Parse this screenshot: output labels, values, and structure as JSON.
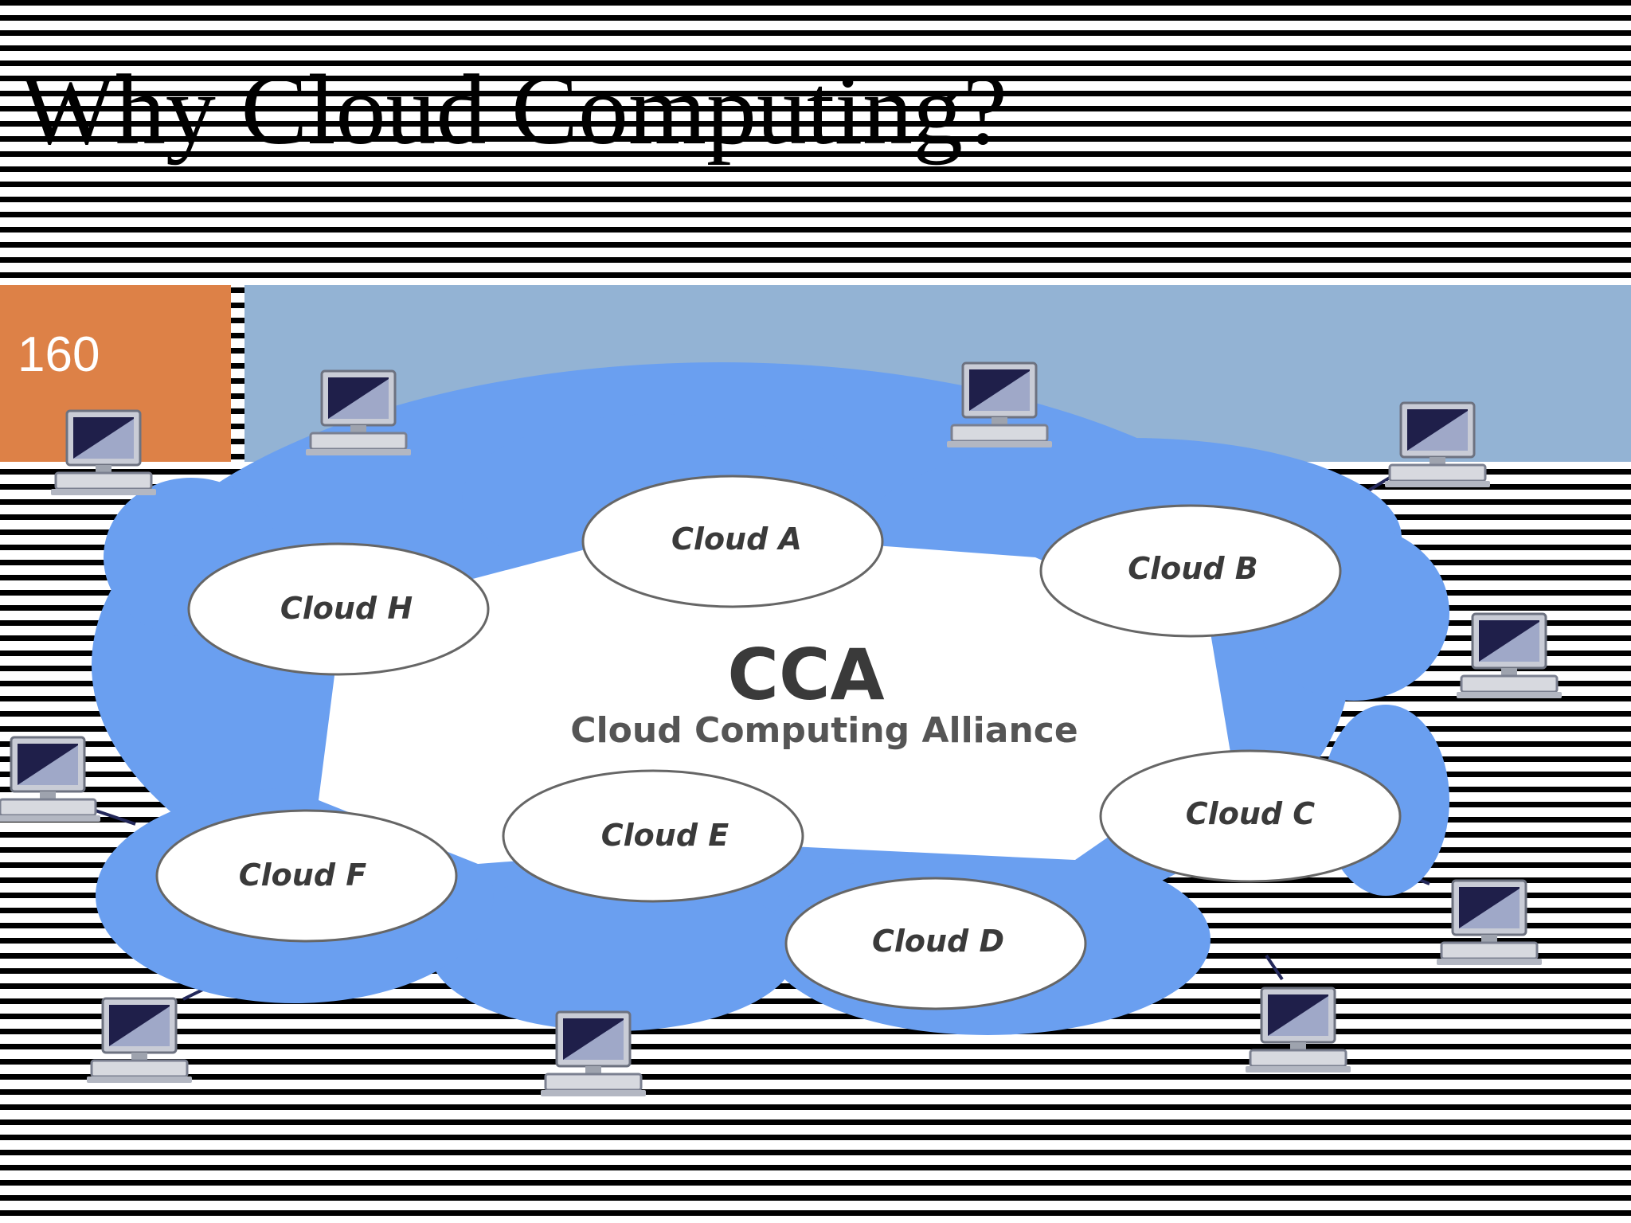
{
  "slide": {
    "title": "Why Cloud Computing?",
    "page_number": "160"
  },
  "colors": {
    "accent_orange": "#dd8147",
    "header_blue": "#93b3d4",
    "cloud_blue": "#6a9ff0"
  },
  "diagram": {
    "center_title": "CCA",
    "center_subtitle": "Cloud Computing Alliance",
    "clouds": [
      "Cloud A",
      "Cloud B",
      "Cloud C",
      "Cloud D",
      "Cloud E",
      "Cloud F",
      "Cloud H"
    ],
    "computers": [
      "computer-icon",
      "computer-icon",
      "computer-icon",
      "computer-icon",
      "computer-icon",
      "computer-icon",
      "computer-icon",
      "computer-icon",
      "computer-icon",
      "computer-icon",
      "computer-icon"
    ]
  }
}
